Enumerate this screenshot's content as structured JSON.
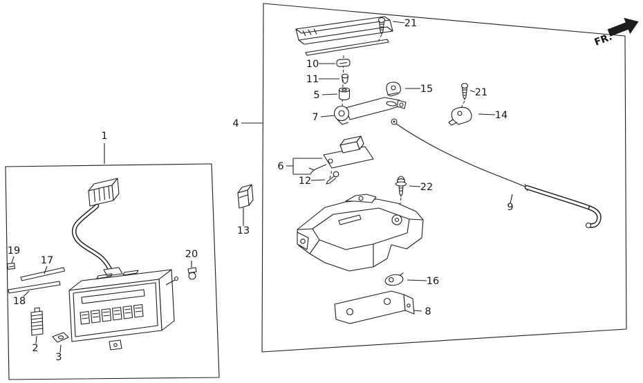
{
  "meta": {
    "background_color": "#ffffff",
    "line_color": "#1c1c1c",
    "text_color": "#141414"
  },
  "direction": {
    "label": "FR."
  },
  "callouts": {
    "c1": "1",
    "c2": "2",
    "c3": "3",
    "c4": "4",
    "c5": "5",
    "c6": "6",
    "c7": "7",
    "c8": "8",
    "c9": "9",
    "c10": "10",
    "c11": "11",
    "c12": "12",
    "c13": "13",
    "c14": "14",
    "c15": "15",
    "c16": "16",
    "c17": "17",
    "c18": "18",
    "c19": "19",
    "c20": "20",
    "c21_top": "21",
    "c21_right": "21",
    "c22": "22"
  }
}
